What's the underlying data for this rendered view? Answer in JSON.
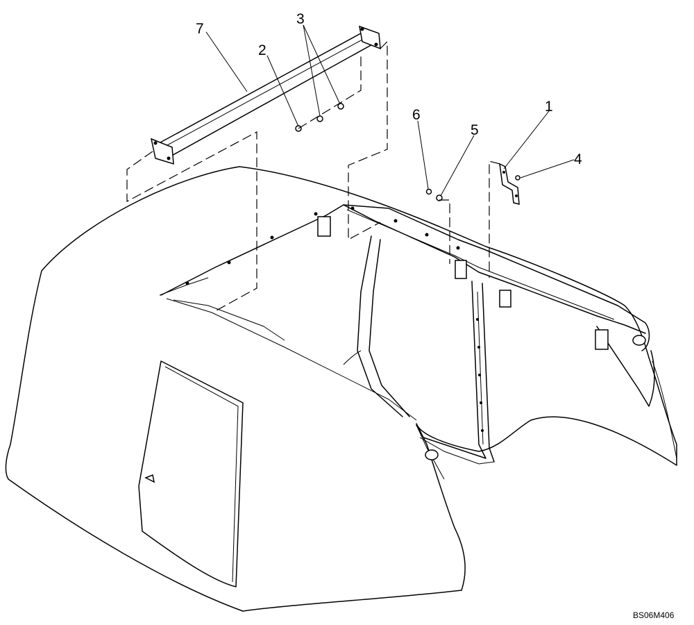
{
  "callouts": [
    {
      "id": "1",
      "label": "1"
    },
    {
      "id": "2",
      "label": "2"
    },
    {
      "id": "3",
      "label": "3"
    },
    {
      "id": "4",
      "label": "4"
    },
    {
      "id": "5",
      "label": "5"
    },
    {
      "id": "6",
      "label": "6"
    },
    {
      "id": "7",
      "label": "7"
    }
  ],
  "drawing_number": "BS06M406"
}
